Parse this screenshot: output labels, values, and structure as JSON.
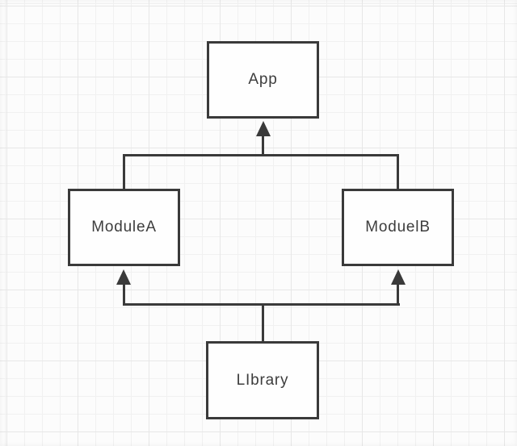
{
  "diagram": {
    "type": "dependency-flowchart",
    "nodes": [
      {
        "id": "app",
        "label": "App"
      },
      {
        "id": "modulea",
        "label": "ModuleA"
      },
      {
        "id": "moduelb",
        "label": "ModuelB"
      },
      {
        "id": "library",
        "label": "LIbrary"
      }
    ],
    "edges": [
      {
        "from": "ModuleA",
        "to": "App",
        "arrowhead_at": "App"
      },
      {
        "from": "ModuelB",
        "to": "App",
        "arrowhead_at": "App"
      },
      {
        "from": "LIbrary",
        "to": "ModuleA",
        "arrowhead_at": "ModuleA"
      },
      {
        "from": "LIbrary",
        "to": "ModuelB",
        "arrowhead_at": "ModuelB"
      }
    ],
    "colors": {
      "background": "#fcfcfc",
      "grid_minor": "#f1f1f1",
      "grid_major": "#e7e7e7",
      "stroke": "#3a3a3a",
      "node_fill": "#fefefe",
      "text": "#3d3d3d"
    }
  }
}
